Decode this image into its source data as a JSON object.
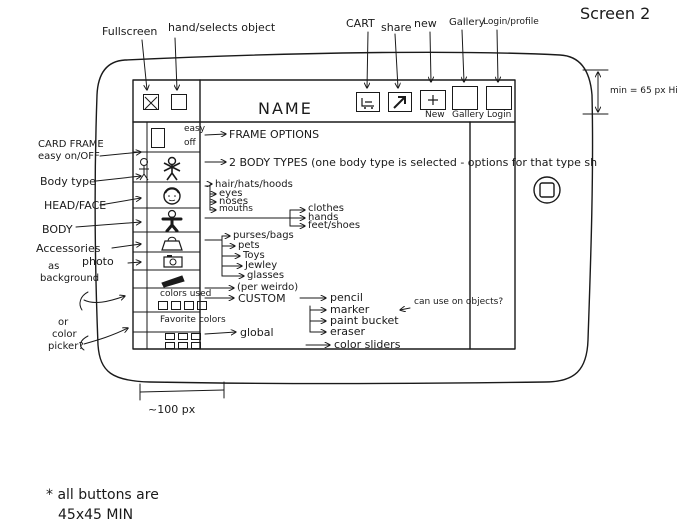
{
  "sheet": {
    "title": "Screen 2"
  },
  "device": {
    "app_name": "NAME"
  },
  "toolbar": {
    "top_labels": {
      "fullscreen": "Fullscreen",
      "hand": "hand/selects object",
      "cart": "CART",
      "share": "share",
      "new": "new",
      "gallery": "Gallery",
      "login": "Login/profile"
    },
    "button_captions": {
      "new": "New",
      "gallery": "Gallery",
      "login": "Login"
    }
  },
  "sidebar": {
    "easy_label": "easy",
    "off_label": "off",
    "colors_label": "colors used",
    "favorite_label": "Favorite colors"
  },
  "left_labels": {
    "card_frame": "CARD FRAME",
    "card_frame_toggle": "easy on/OFF",
    "body_type": "Body type",
    "head_face": "HEAD/FACE",
    "body": "BODY",
    "accessories": "Accessories",
    "as_background": "as",
    "background": "background",
    "photo": "photo",
    "or_color": "or",
    "color": "color",
    "picker": "picker?"
  },
  "right_labels": {
    "frame_options": "FRAME OPTIONS",
    "body_types": "2 BODY TYPES (one body type is selected - options for that type sh",
    "hair": "hair/hats/hoods",
    "eyes": "eyes",
    "noses": "noses",
    "mouths": "mouths",
    "clothes": "clothes",
    "hands": "hands",
    "feet": "feet/shoes",
    "purses": "purses/bags",
    "pets": "pets",
    "toys": "Toys",
    "jewelry": "Jewley",
    "glasses": "glasses",
    "per_weirdo": "(per weirdo)",
    "custom": "CUSTOM",
    "global": "global",
    "pencil": "pencil",
    "marker": "marker",
    "paint_bucket": "paint bucket",
    "can_use": "can use on objects?",
    "eraser": "eraser",
    "color_sliders": "color sliders"
  },
  "annotations": {
    "min_height": "min = 65 px Hi",
    "width": "~100 px",
    "note_line1": "* all buttons are",
    "note_line2": "45x45 MIN"
  }
}
